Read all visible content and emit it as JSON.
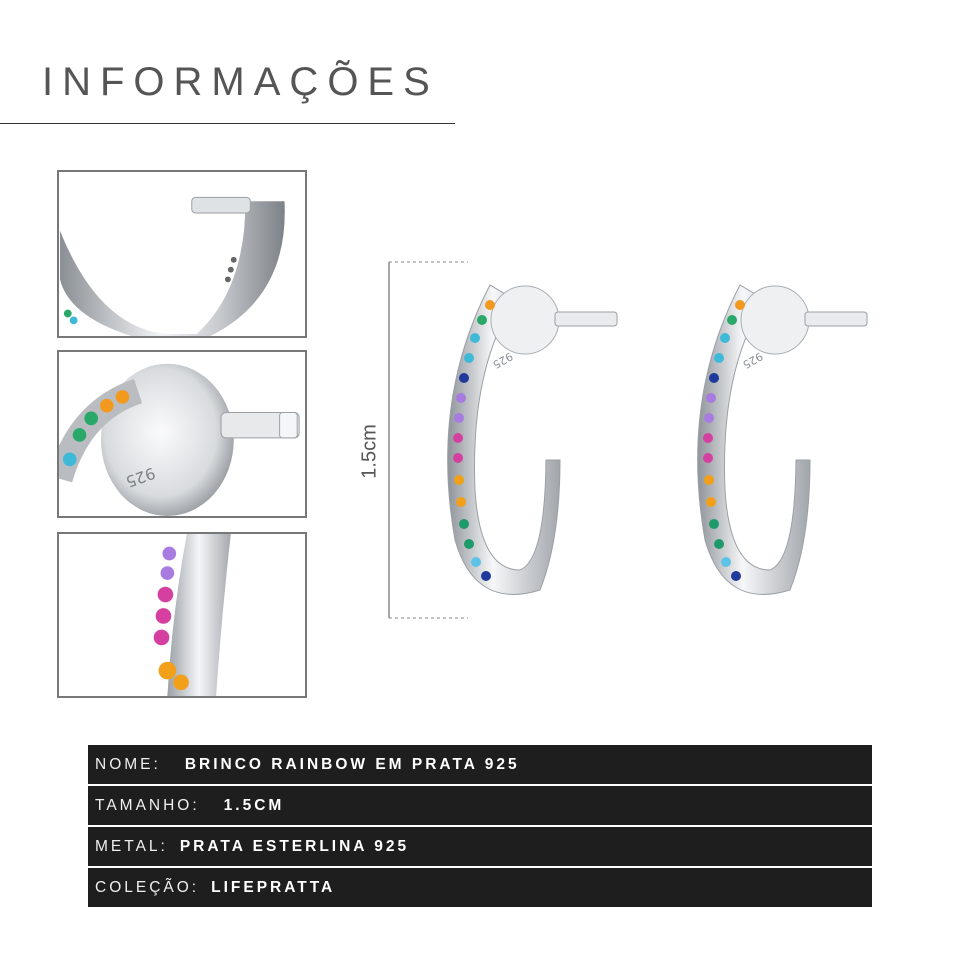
{
  "header": {
    "title": "INFORMAÇÕES"
  },
  "dimension": {
    "label": "1.5cm"
  },
  "product": {
    "stamp": "925",
    "gem_colors": [
      "#f29a1f",
      "#2aa86a",
      "#3fb9d8",
      "#1f3a9c",
      "#a77be0",
      "#d43fa0",
      "#f2a01a",
      "#1e9a6a",
      "#5cc3e6"
    ]
  },
  "info": [
    {
      "label": "NOME:",
      "value": "BRINCO RAINBOW EM PRATA 925"
    },
    {
      "label": "TAMANHO:",
      "value": "1.5CM"
    },
    {
      "label": "METAL:",
      "value": "PRATA ESTERLINA 925"
    },
    {
      "label": "COLEÇÃO:",
      "value": "LIFEPRATTA"
    }
  ]
}
